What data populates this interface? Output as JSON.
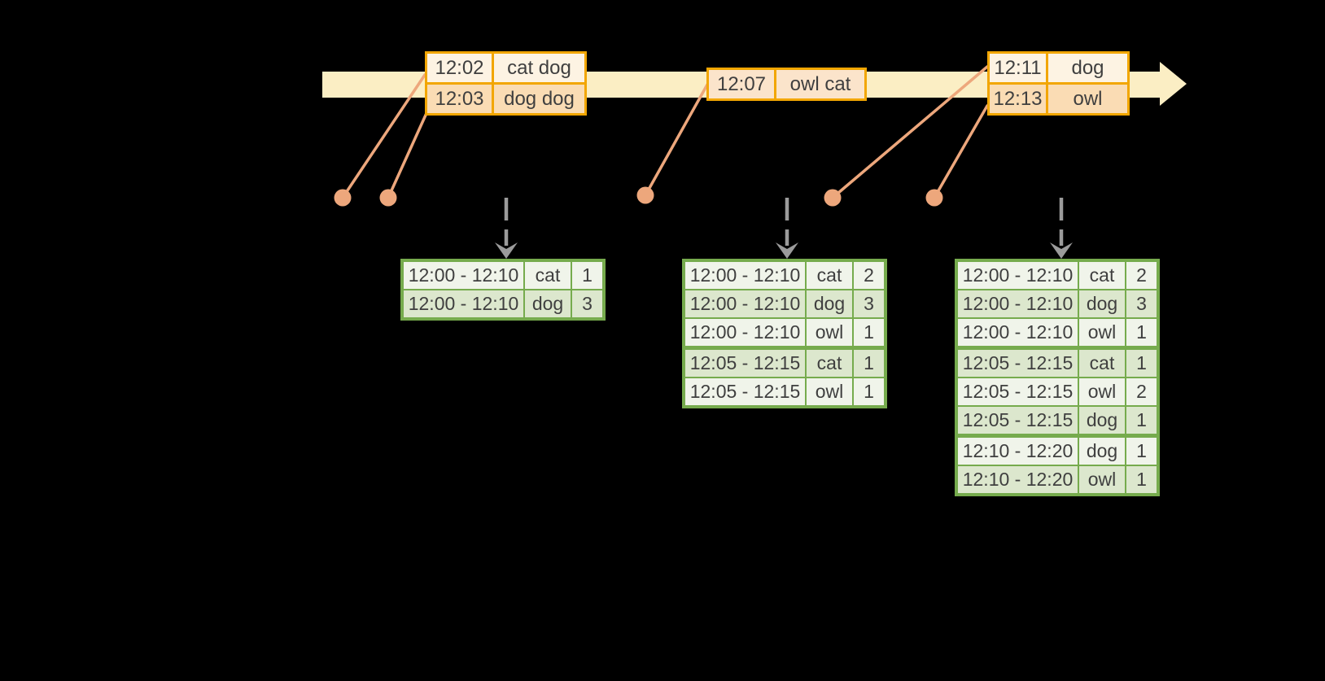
{
  "colors": {
    "background": "#000000",
    "timeline_band": "#fbeec4",
    "event_table_border": "#f2a602",
    "event_row_dark": "#fadcb4",
    "event_row_light": "#fdf3e3",
    "event_row_single": "#fbe4cb",
    "connector_salmon": "#eda77c",
    "trigger_arrow_gray": "#9b9b9b",
    "result_table_border": "#76ab4d",
    "result_row_dark": "#dce7cd",
    "result_row_light": "#f0f4ea",
    "text": "#3f3f3f"
  },
  "icons": {
    "timeline_arrow": "right-arrow-band",
    "event_marker": "dot",
    "trigger_arrow": "dashed-down-arrow"
  },
  "event_tables": [
    {
      "rows": [
        {
          "time": "12:02",
          "words": "cat dog"
        },
        {
          "time": "12:03",
          "words": "dog dog"
        }
      ]
    },
    {
      "rows": [
        {
          "time": "12:07",
          "words": "owl cat"
        }
      ]
    },
    {
      "rows": [
        {
          "time": "12:11",
          "words": "dog"
        },
        {
          "time": "12:13",
          "words": "owl"
        }
      ]
    }
  ],
  "result_tables": [
    {
      "rows": [
        {
          "window": "12:00 - 12:10",
          "word": "cat",
          "count": "1"
        },
        {
          "window": "12:00 - 12:10",
          "word": "dog",
          "count": "3"
        }
      ]
    },
    {
      "rows": [
        {
          "window": "12:00 - 12:10",
          "word": "cat",
          "count": "2"
        },
        {
          "window": "12:00 - 12:10",
          "word": "dog",
          "count": "3"
        },
        {
          "window": "12:00 - 12:10",
          "word": "owl",
          "count": "1"
        },
        {
          "window": "12:05 - 12:15",
          "word": "cat",
          "count": "1"
        },
        {
          "window": "12:05 - 12:15",
          "word": "owl",
          "count": "1"
        }
      ]
    },
    {
      "rows": [
        {
          "window": "12:00 - 12:10",
          "word": "cat",
          "count": "2"
        },
        {
          "window": "12:00 - 12:10",
          "word": "dog",
          "count": "3"
        },
        {
          "window": "12:00 - 12:10",
          "word": "owl",
          "count": "1"
        },
        {
          "window": "12:05 - 12:15",
          "word": "cat",
          "count": "1"
        },
        {
          "window": "12:05 - 12:15",
          "word": "owl",
          "count": "2"
        },
        {
          "window": "12:05 - 12:15",
          "word": "dog",
          "count": "1"
        },
        {
          "window": "12:10 - 12:20",
          "word": "dog",
          "count": "1"
        },
        {
          "window": "12:10 - 12:20",
          "word": "owl",
          "count": "1"
        }
      ]
    }
  ]
}
